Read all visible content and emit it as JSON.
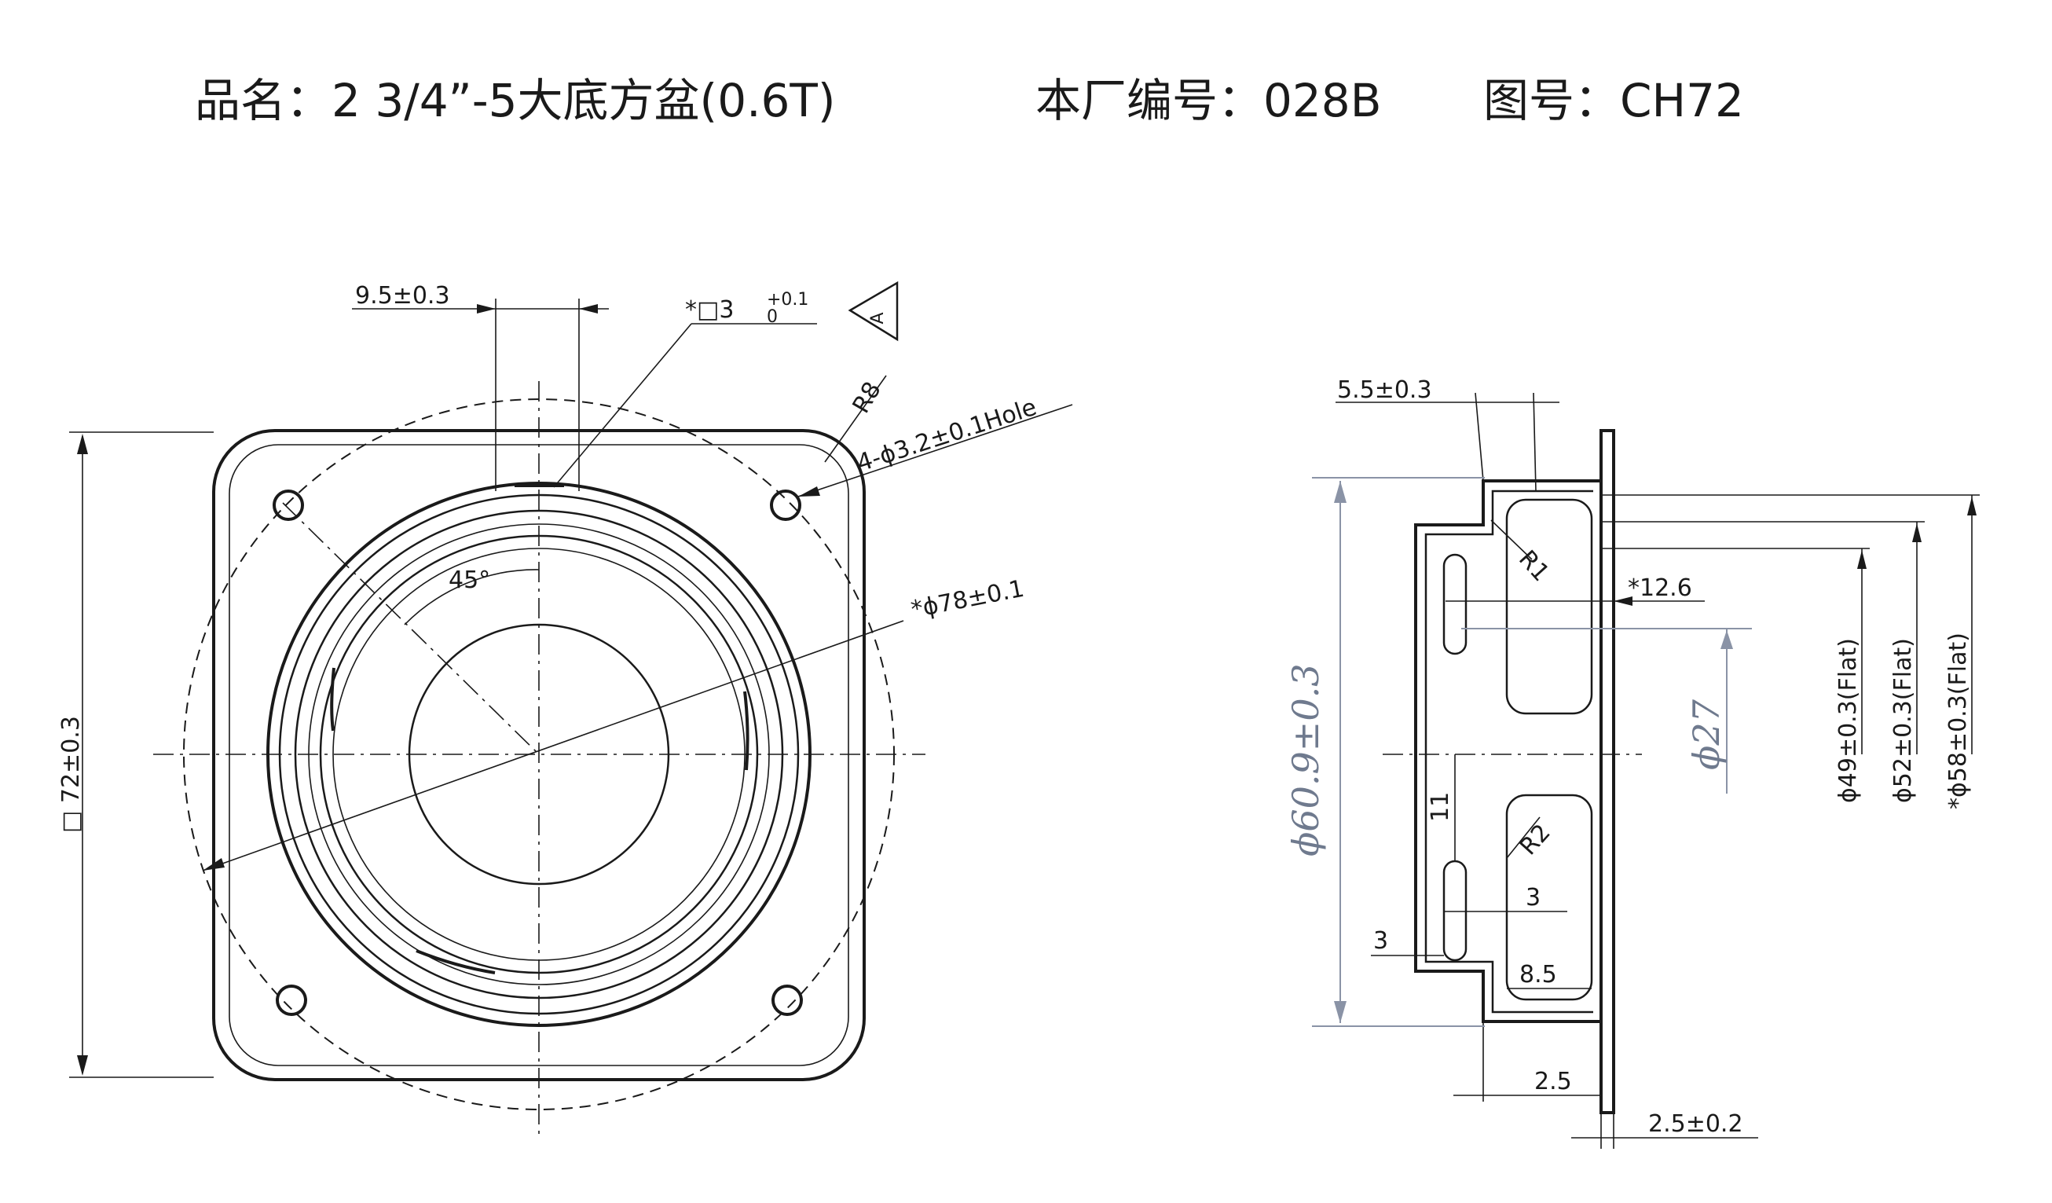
{
  "header": {
    "product_name": "品名：2 3/4”-5大底方盆(0.6T)",
    "factory_number": "本厂编号：028B",
    "drawing_number": "图号：CH72"
  },
  "front_view": {
    "frame_width": "□ 72±0.3",
    "notch_width": "9.5±0.3",
    "square_hole": "*□3",
    "square_hole_tol_upper": "+0.1",
    "square_hole_tol_lower": "0",
    "datum": "A",
    "corner_radius": "R8",
    "mounting_holes": "4-ϕ3.2±0.1Hole",
    "angle": "45°",
    "outer_diameter": "*ϕ78±0.1"
  },
  "side_view": {
    "step_width": "5.5±0.3",
    "radius_top": "R1",
    "depth": "*12.6",
    "radius_bottom": "R2",
    "window_height": "11",
    "window_width": "3",
    "flange_offset": "3",
    "window_depth": "8.5",
    "bottom_step": "2.5",
    "flange_thickness": "2.5±0.2",
    "dia_49": "ϕ49±0.3(Flat)",
    "dia_52": "ϕ52±0.3(Flat)",
    "dia_58": "*ϕ58±0.3(Flat)",
    "handwritten_dia": "ϕ60.9±0.3",
    "handwritten_hole": "ϕ27"
  }
}
